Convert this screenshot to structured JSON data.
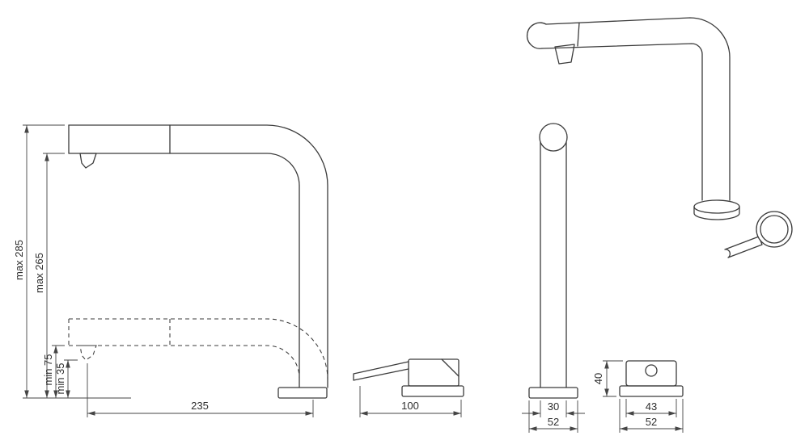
{
  "page": {
    "background": "#ffffff",
    "line_color": "#3b3b3b",
    "dim_color": "#454545",
    "description": "Technical dimension drawing of a pull-out kitchen faucet with separate lever mixer: side view, lever side view, front view, mixer front view"
  },
  "views": {
    "faucet_side": {
      "dims": {
        "max_total_height": "max 285",
        "max_spout_height": "max 265",
        "min_spout_clearance": "min 75",
        "min_aerator_clearance": "min 35",
        "reach": "235"
      }
    },
    "lever_side": {
      "dims": {
        "length": "100"
      }
    },
    "faucet_front": {
      "dims": {
        "pipe_width": "30",
        "base_width": "52"
      }
    },
    "mixer_front": {
      "dims": {
        "height": "40",
        "body_width": "43",
        "base_width": "52"
      }
    }
  }
}
